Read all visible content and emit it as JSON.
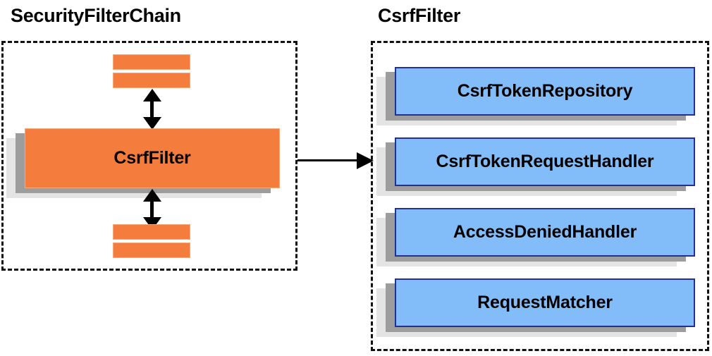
{
  "diagram": {
    "title_left": "SecurityFilterChain",
    "title_right": "CsrfFilter",
    "colors": {
      "orange_fill": "#f47c3c",
      "orange_border": "#f9a878",
      "blue_fill": "#82bcf9",
      "blue_border": "#1f2f9c",
      "shadow_near": "#9d9d9d",
      "shadow_far": "#e4e4e4",
      "outline": "#111111",
      "text": "#000000",
      "background": "#ffffff"
    }
  },
  "chain_panel": {
    "title": "SecurityFilterChain",
    "focus_node": {
      "label": "CsrfFilter"
    },
    "stubs_above": 2,
    "stubs_below": 2,
    "connector_above": "double-headed-vertical-arrow",
    "connector_below": "double-headed-vertical-arrow"
  },
  "filter_panel": {
    "title": "CsrfFilter",
    "collaborators": [
      {
        "label": "CsrfTokenRepository"
      },
      {
        "label": "CsrfTokenRequestHandler"
      },
      {
        "label": "AccessDeniedHandler"
      },
      {
        "label": "RequestMatcher"
      }
    ]
  },
  "link": {
    "kind": "arrow-right",
    "from": "CsrfFilter (SecurityFilterChain)",
    "to": "CsrfFilter (detail panel)"
  }
}
